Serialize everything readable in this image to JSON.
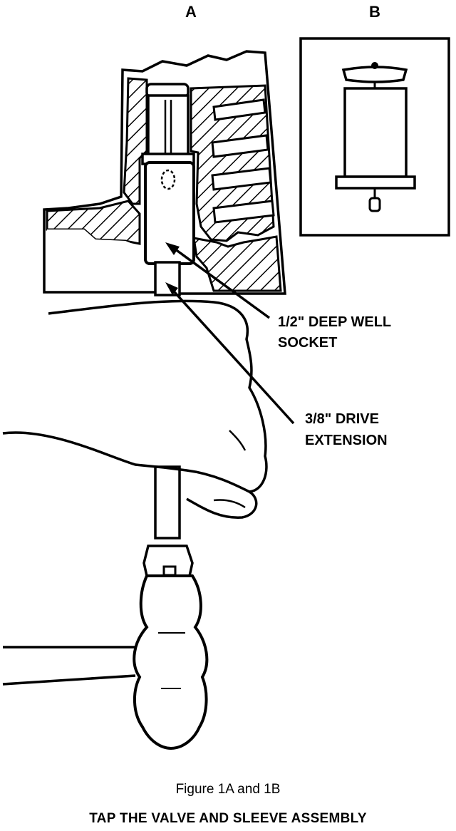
{
  "labels": {
    "panel_a": "A",
    "panel_b": "B",
    "socket_line1": "1/2\" DEEP WELL",
    "socket_line2": "SOCKET",
    "extension_line1": "3/8\" DRIVE",
    "extension_line2": "EXTENSION"
  },
  "caption": {
    "figure": "Figure 1A and 1B",
    "title": "TAP THE VALVE AND SLEEVE ASSEMBLY"
  }
}
